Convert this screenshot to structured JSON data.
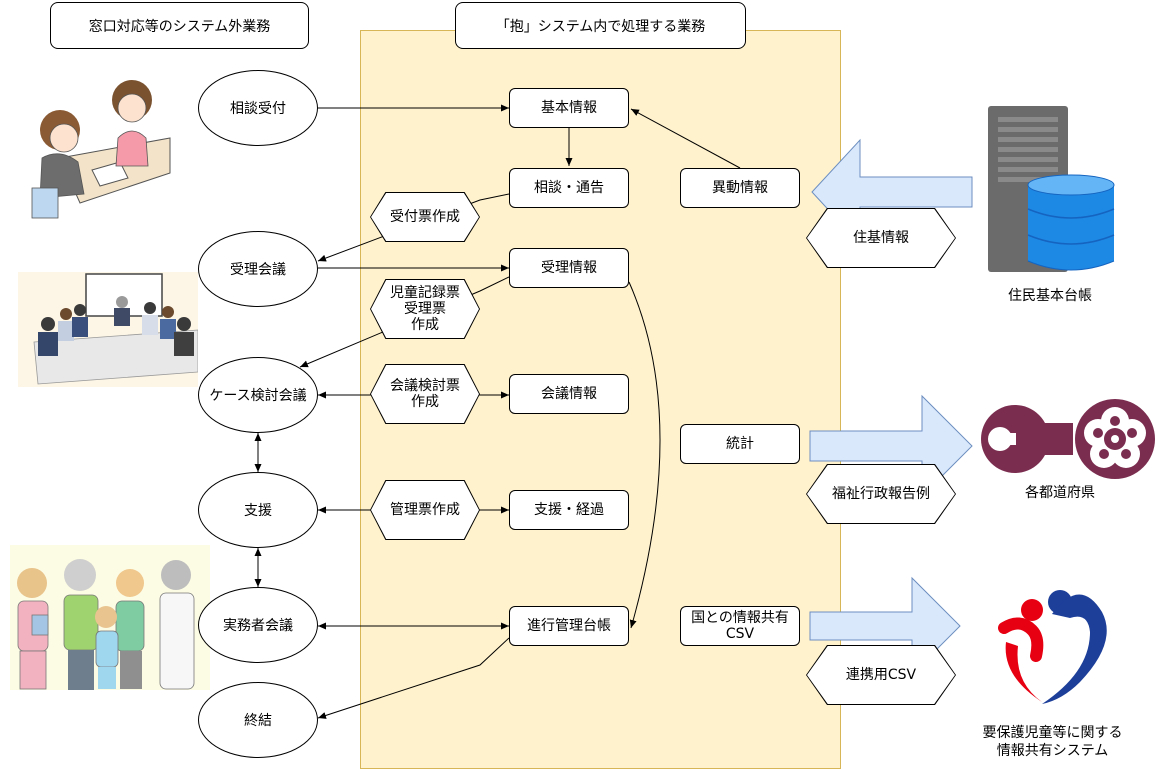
{
  "headers": {
    "external": "窓口対応等のシステム外業務",
    "internal": "「抱」システム内で処理する業務"
  },
  "processes": {
    "soudan_uketsuke": "相談受付",
    "juri_kaigi": "受理会議",
    "case_kentou": "ケース検討会議",
    "shien": "支援",
    "jitsumusha": "実務者会議",
    "shuketsu": "終結"
  },
  "system_boxes": {
    "kihon": "基本情報",
    "soudan_tsukoku": "相談・通告",
    "juri": "受理情報",
    "kaigi": "会議情報",
    "shien_keika": "支援・経過",
    "shinkou": "進行管理台帳",
    "idou": "異動情報",
    "toukei": "統計",
    "kuni_csv": "国との情報共有\nCSV"
  },
  "forms": {
    "uketsuke_hyo": "受付票作成",
    "jidou_kiroku": "児童記録票\n受理票\n作成",
    "kaigi_kentou": "会議検討票\n作成",
    "kanri_hyo": "管理票作成",
    "juki": "住基情報",
    "fukushi": "福祉行政報告例",
    "renkei": "連携用CSV"
  },
  "external_systems": {
    "juumin": "住民基本台帳",
    "todoufuken": "各都道府県",
    "youhogo": "要保護児童等に関する\n情報共有システム"
  },
  "icons": [
    "counter-consultation-illustration",
    "meeting-room-illustration",
    "family-group-illustration",
    "server-database-icon",
    "prefecture-emblem-icon",
    "child-protection-logo-icon"
  ],
  "colors": {
    "zone_fill": "#fff2cc",
    "zone_border": "#d6b656",
    "arrow_fill": "#dae8fc",
    "arrow_border": "#6c8ebf",
    "server_gray": "#6b6b6b",
    "db_blue": "#1e88e5",
    "emblem_maroon": "#7b2d4f",
    "logo_red": "#e60012",
    "logo_blue": "#1d3f9a"
  }
}
